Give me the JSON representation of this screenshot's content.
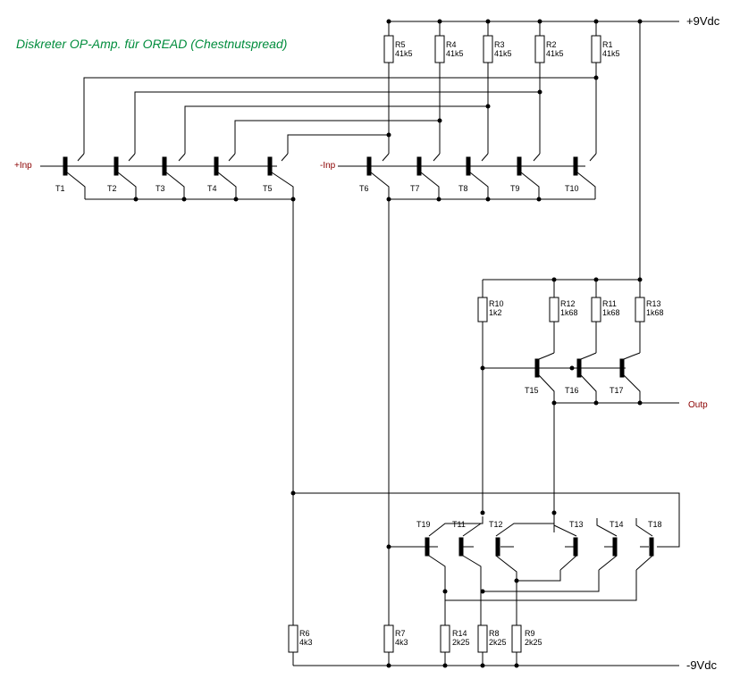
{
  "title": "Diskreter OP-Amp. für OREAD (Chestnutspread)",
  "rails": {
    "pos": "+9Vdc",
    "neg": "-9Vdc"
  },
  "ports": {
    "inp_pos": "+Inp",
    "inp_neg": "-Inp",
    "outp": "Outp"
  },
  "transistors": {
    "T1": "T1",
    "T2": "T2",
    "T3": "T3",
    "T4": "T4",
    "T5": "T5",
    "T6": "T6",
    "T7": "T7",
    "T8": "T8",
    "T9": "T9",
    "T10": "T10",
    "T11": "T11",
    "T12": "T12",
    "T13": "T13",
    "T14": "T14",
    "T15": "T15",
    "T16": "T16",
    "T17": "T17",
    "T18": "T18",
    "T19": "T19"
  },
  "resistors": {
    "R1": {
      "name": "R1",
      "value": "41k5"
    },
    "R2": {
      "name": "R2",
      "value": "41k5"
    },
    "R3": {
      "name": "R3",
      "value": "41k5"
    },
    "R4": {
      "name": "R4",
      "value": "41k5"
    },
    "R5": {
      "name": "R5",
      "value": "41k5"
    },
    "R6": {
      "name": "R6",
      "value": "4k3"
    },
    "R7": {
      "name": "R7",
      "value": "4k3"
    },
    "R8": {
      "name": "R8",
      "value": "2k25"
    },
    "R9": {
      "name": "R9",
      "value": "2k25"
    },
    "R10": {
      "name": "R10",
      "value": "1k2"
    },
    "R11": {
      "name": "R11",
      "value": "1k68"
    },
    "R12": {
      "name": "R12",
      "value": "1k68"
    },
    "R13": {
      "name": "R13",
      "value": "1k68"
    },
    "R14": {
      "name": "R14",
      "value": "2k25"
    }
  },
  "colors": {
    "title": "#008c3c",
    "port": "#8b0000",
    "wire": "#000000"
  }
}
